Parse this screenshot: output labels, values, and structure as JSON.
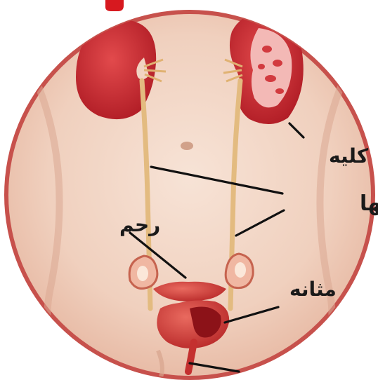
{
  "labels": {
    "kidney": "کلیه",
    "ureters": "حالبها",
    "uterus": "رحم",
    "bladder": "مثانه"
  },
  "colors": {
    "frame": "#c7514c",
    "skin": "#f1d3c2",
    "organ": "#c8232c",
    "ureter": "#e9c48a",
    "leader": "#111111",
    "top_glyph": "#d7191f"
  },
  "figure": "female urinary tract anatomy"
}
